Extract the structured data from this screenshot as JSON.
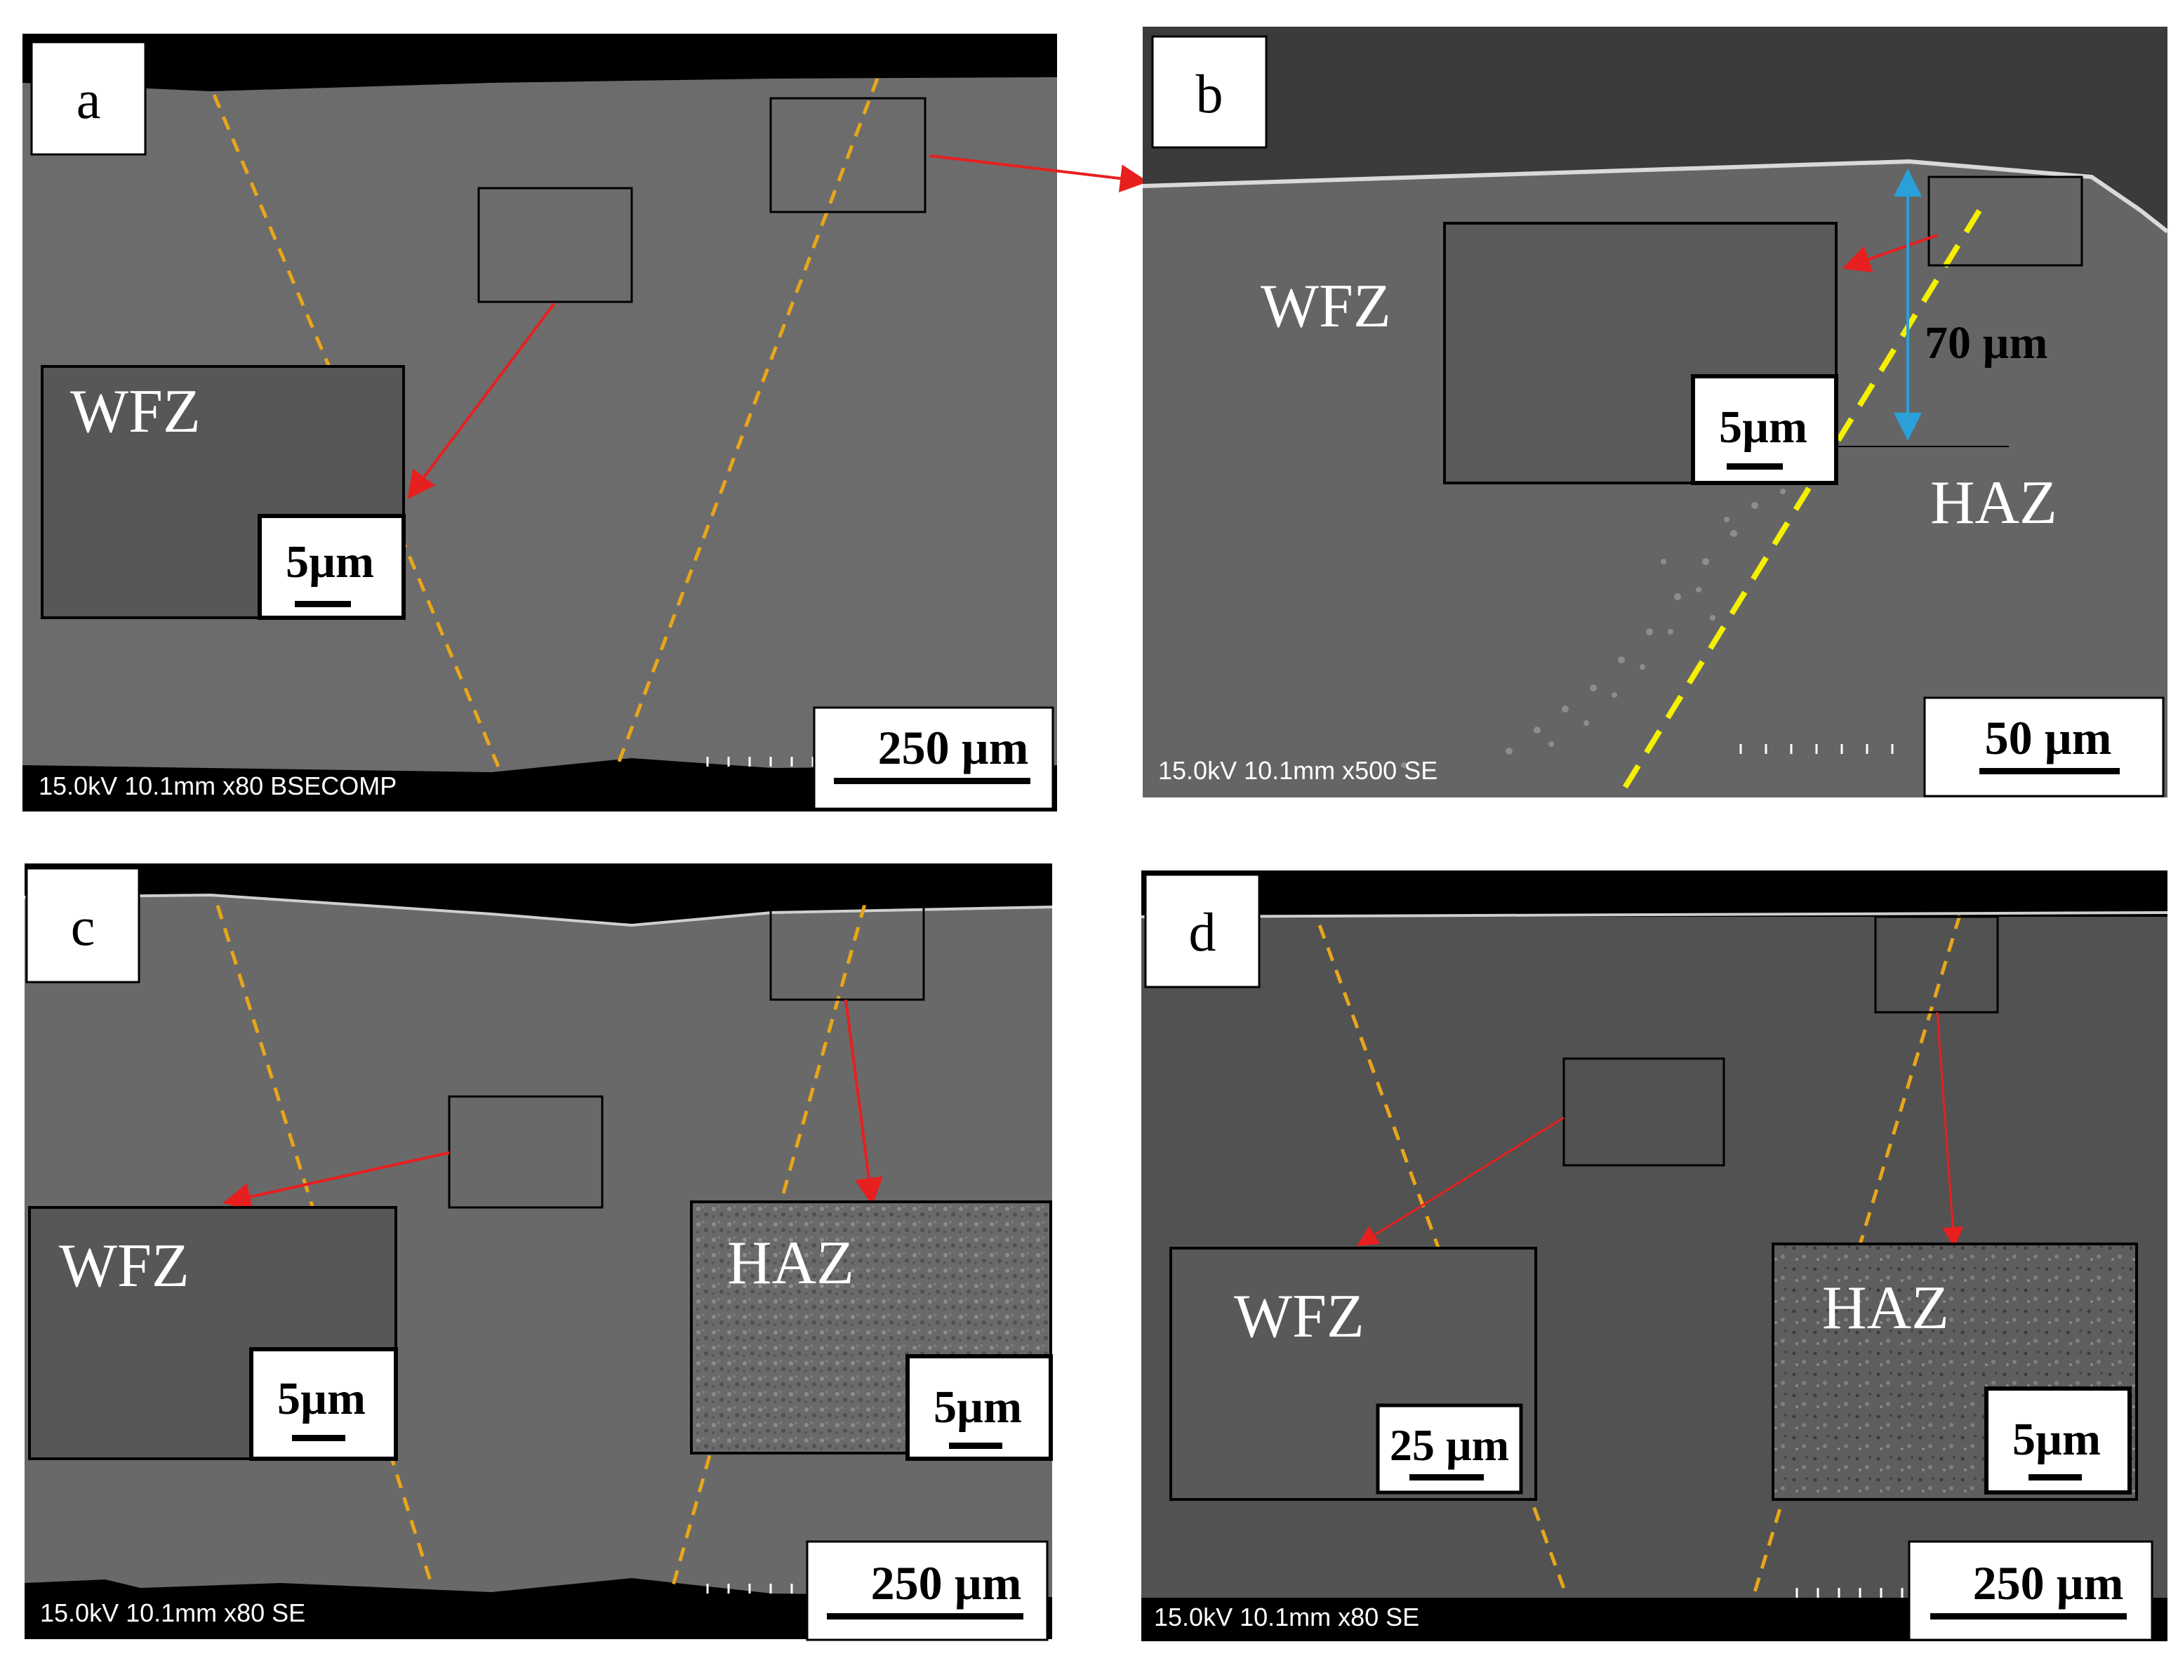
{
  "colors": {
    "background": "#ffffff",
    "sample": "#6b6b6b",
    "inset": "#555555",
    "boundary_line": "#e8a61a",
    "boundary_line_b": "#f4f000",
    "arrow": "#e81f1f",
    "dimension_arrow": "#2a9fd8"
  },
  "panels": {
    "a": {
      "letter": "a",
      "meta": "15.0kV 10.1mm x80 BSECOMP",
      "scale_bar": "250 µm",
      "inset_wfz": {
        "label": "WFZ",
        "scale": "5µm"
      }
    },
    "b": {
      "letter": "b",
      "meta": "15.0kV 10.1mm x500 SE",
      "scale_bar": "50 µm",
      "label_wfz": "WFZ",
      "label_haz": "HAZ",
      "dimension": "70 µm",
      "inset_wfz": {
        "scale": "5µm"
      }
    },
    "c": {
      "letter": "c",
      "meta": "15.0kV 10.1mm x80 SE",
      "scale_bar": "250 µm",
      "inset_wfz": {
        "label": "WFZ",
        "scale": "5µm"
      },
      "inset_haz": {
        "label": "HAZ",
        "scale": "5µm"
      }
    },
    "d": {
      "letter": "d",
      "meta": "15.0kV 10.1mm x80 SE",
      "scale_bar": "250 µm",
      "inset_wfz": {
        "label": "WFZ",
        "scale": "25 µm"
      },
      "inset_haz": {
        "label": "HAZ",
        "scale": "5µm"
      }
    }
  }
}
